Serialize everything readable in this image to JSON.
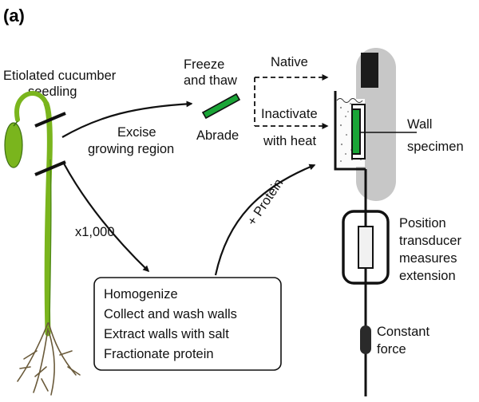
{
  "panel_label": "(a)",
  "seedling": {
    "line1": "Etiolated cucumber",
    "line2": "seedling"
  },
  "excise": {
    "line1": "Excise",
    "line2": "growing region"
  },
  "multiplier": "x1,000",
  "freeze": {
    "line1": "Freeze",
    "line2": "and thaw"
  },
  "abrade": "Abrade",
  "native": "Native",
  "inactivate": {
    "line1": "Inactivate",
    "line2": "with heat"
  },
  "protein": "+ Protein",
  "wall": {
    "line1": "Wall",
    "line2": "specimen"
  },
  "position": {
    "line1": "Position",
    "line2": "transducer",
    "line3": "measures",
    "line4": "extension"
  },
  "constant": {
    "line1": "Constant",
    "line2": "force"
  },
  "steps": [
    "Homogenize",
    "Collect and wash walls",
    "Extract walls with salt",
    "Fractionate protein"
  ],
  "colors": {
    "seedling_green": "#7ab51d",
    "specimen_green": "#1aa537",
    "probe_gray": "#c7c7c7",
    "ink": "#111111"
  }
}
